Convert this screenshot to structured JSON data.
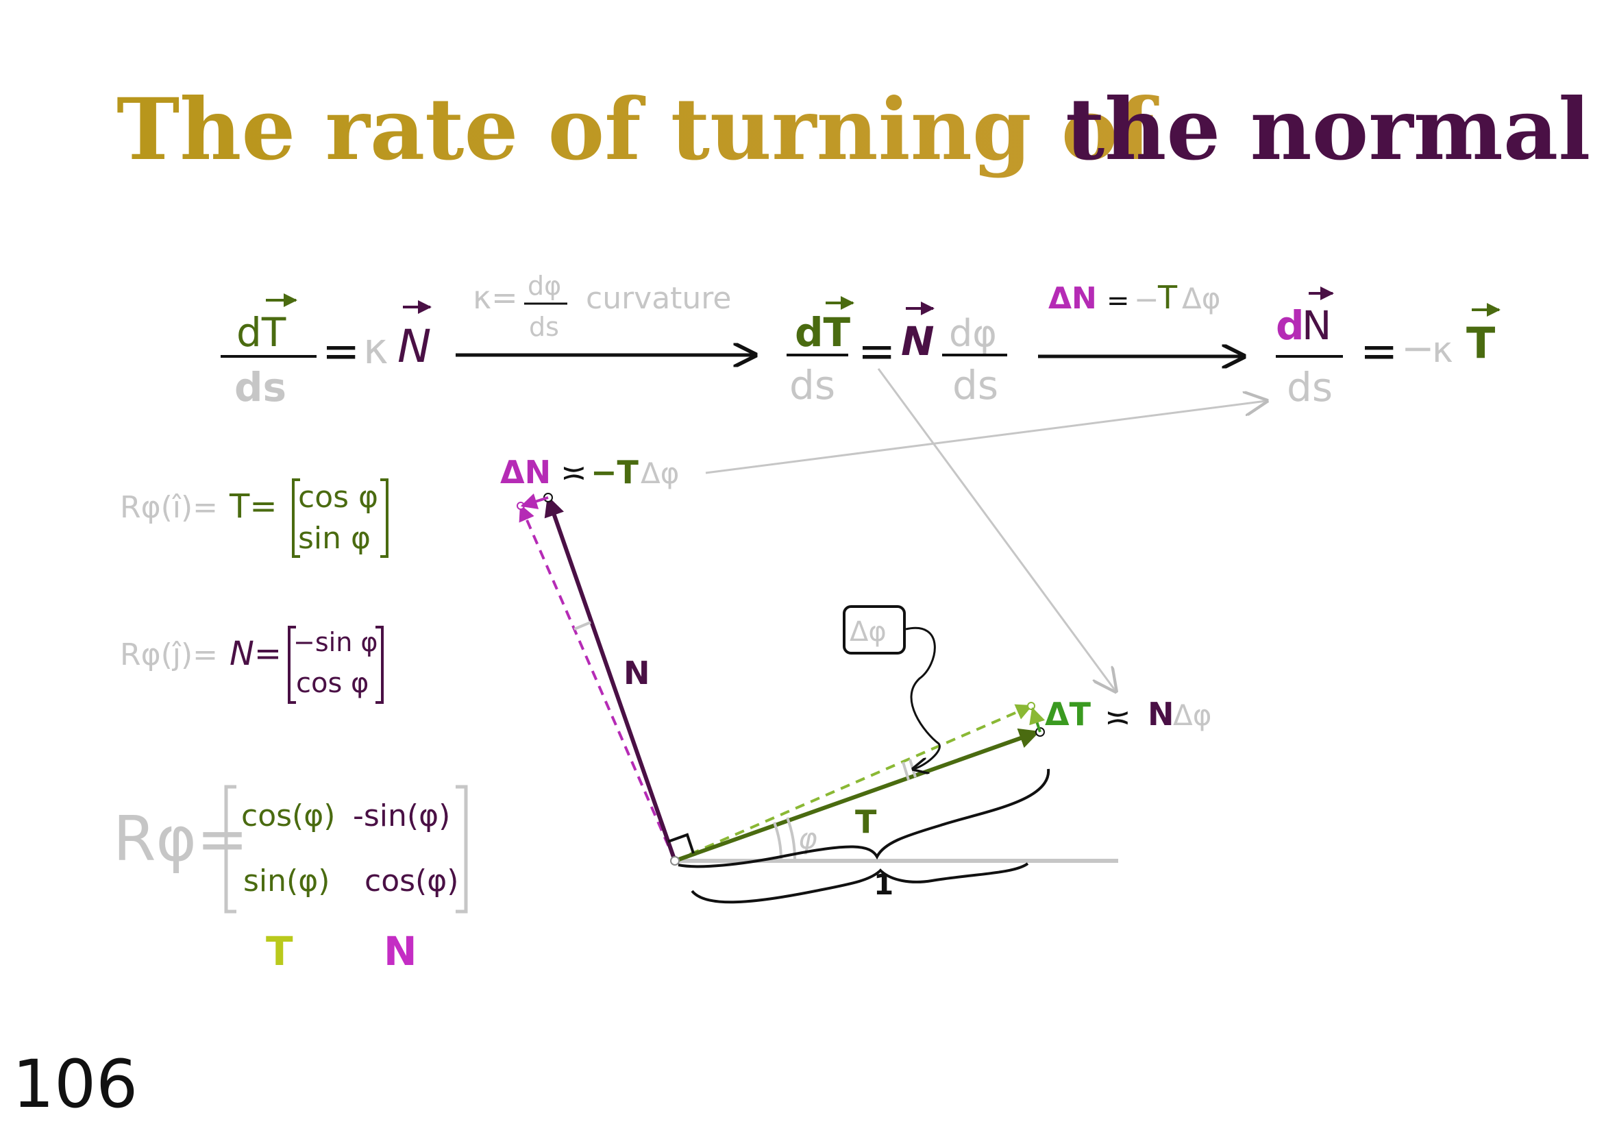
{
  "title": {
    "part1": "The rate of turning of",
    "part2": "the normal"
  },
  "equations": {
    "eq1": {
      "num": "dT",
      "den": "ds",
      "rhs_k": "κ",
      "rhs_N": "N"
    },
    "arrow1_label": {
      "k_eq": "κ=",
      "frac_num": "dφ",
      "frac_den": "ds",
      "word": "curvature"
    },
    "eq2": {
      "num": "dT",
      "den": "ds",
      "rhs_N": "N",
      "frac_num": "dφ",
      "frac_den": "ds"
    },
    "arrow2_label": {
      "lhs": "ΔN",
      "eq": "=",
      "minus": "−",
      "T": "T",
      "dphi": "Δφ"
    },
    "eq3": {
      "num_d": "d",
      "num_N": "N",
      "den": "ds",
      "minus": "−",
      "k": "κ",
      "T": "T"
    }
  },
  "left_panel": {
    "t_def": {
      "prefix": "Rφ(î)=",
      "sym": "T=",
      "row1": "cos φ",
      "row2": "sin φ"
    },
    "n_def": {
      "prefix": "Rφ(ĵ)=",
      "sym": "N=",
      "row1": "−sin φ",
      "row2": "cos φ"
    },
    "matrix": {
      "label": "Rφ=",
      "r1c1": "cos(φ)",
      "r1c2": "-sin(φ)",
      "r2c1": "sin(φ)",
      "r2c2": "cos(φ)",
      "col1_label": "T",
      "col2_label": "N"
    }
  },
  "diagram": {
    "dN_label": {
      "dN": "ΔN",
      "approx": "≍",
      "minus_T": "−T",
      "dphi": "Δφ"
    },
    "N_label": "N",
    "T_label": "T",
    "dT_label": {
      "dT": "ΔT",
      "approx": "≍",
      "N": "N",
      "dphi": "Δφ"
    },
    "angle_label": "φ",
    "brace_label": "1",
    "dphi_box": "Δφ"
  },
  "page_number": "106",
  "colors": {
    "gold": "#b8961c",
    "purple": "#4a1045",
    "magenta": "#b52bb5",
    "olive": "#4a6b10",
    "light_green": "#8ab834",
    "grey": "#c6c6c6",
    "black": "#111111"
  }
}
